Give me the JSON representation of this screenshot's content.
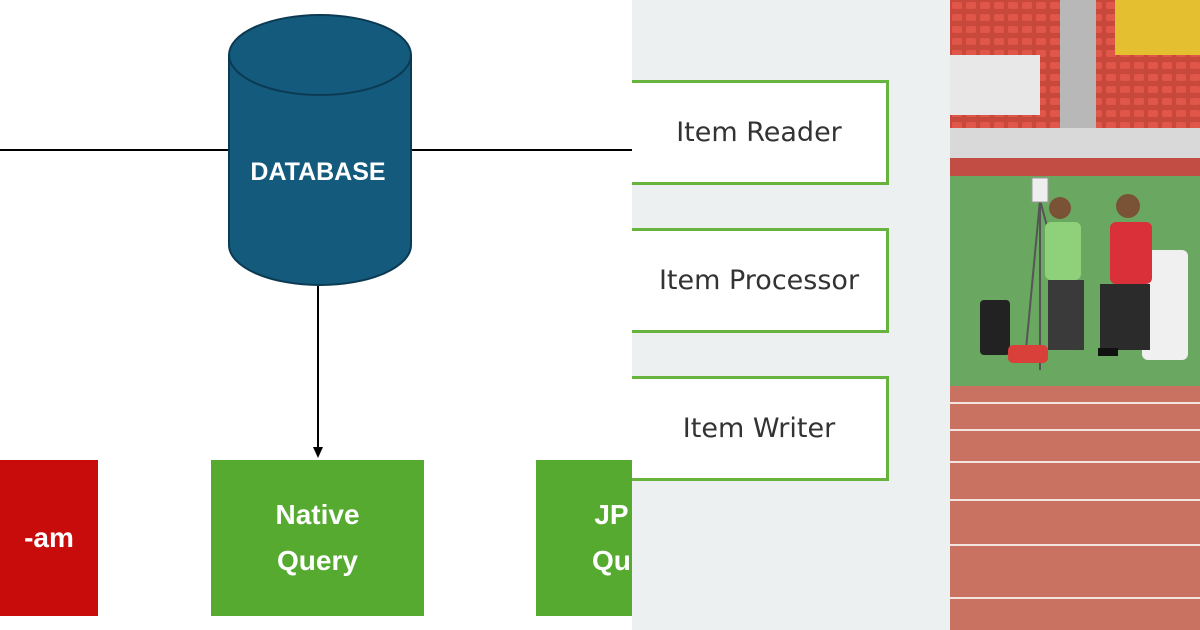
{
  "diagram": {
    "database_label": "DATABASE",
    "boxes": [
      {
        "line1": "",
        "line2": "-am",
        "color": "#c80b0b"
      },
      {
        "line1": "Native",
        "line2": "Query",
        "color": "#55aa2f"
      },
      {
        "line1": "JP",
        "line2": "Qu",
        "color": "#55aa2f"
      }
    ]
  },
  "steps": [
    {
      "label": "Item Reader"
    },
    {
      "label": "Item Processor"
    },
    {
      "label": "Item Writer"
    }
  ],
  "colors": {
    "database_fill": "#135a7d",
    "step_border": "#66b33d",
    "panel_bg": "#ecf0f0"
  }
}
